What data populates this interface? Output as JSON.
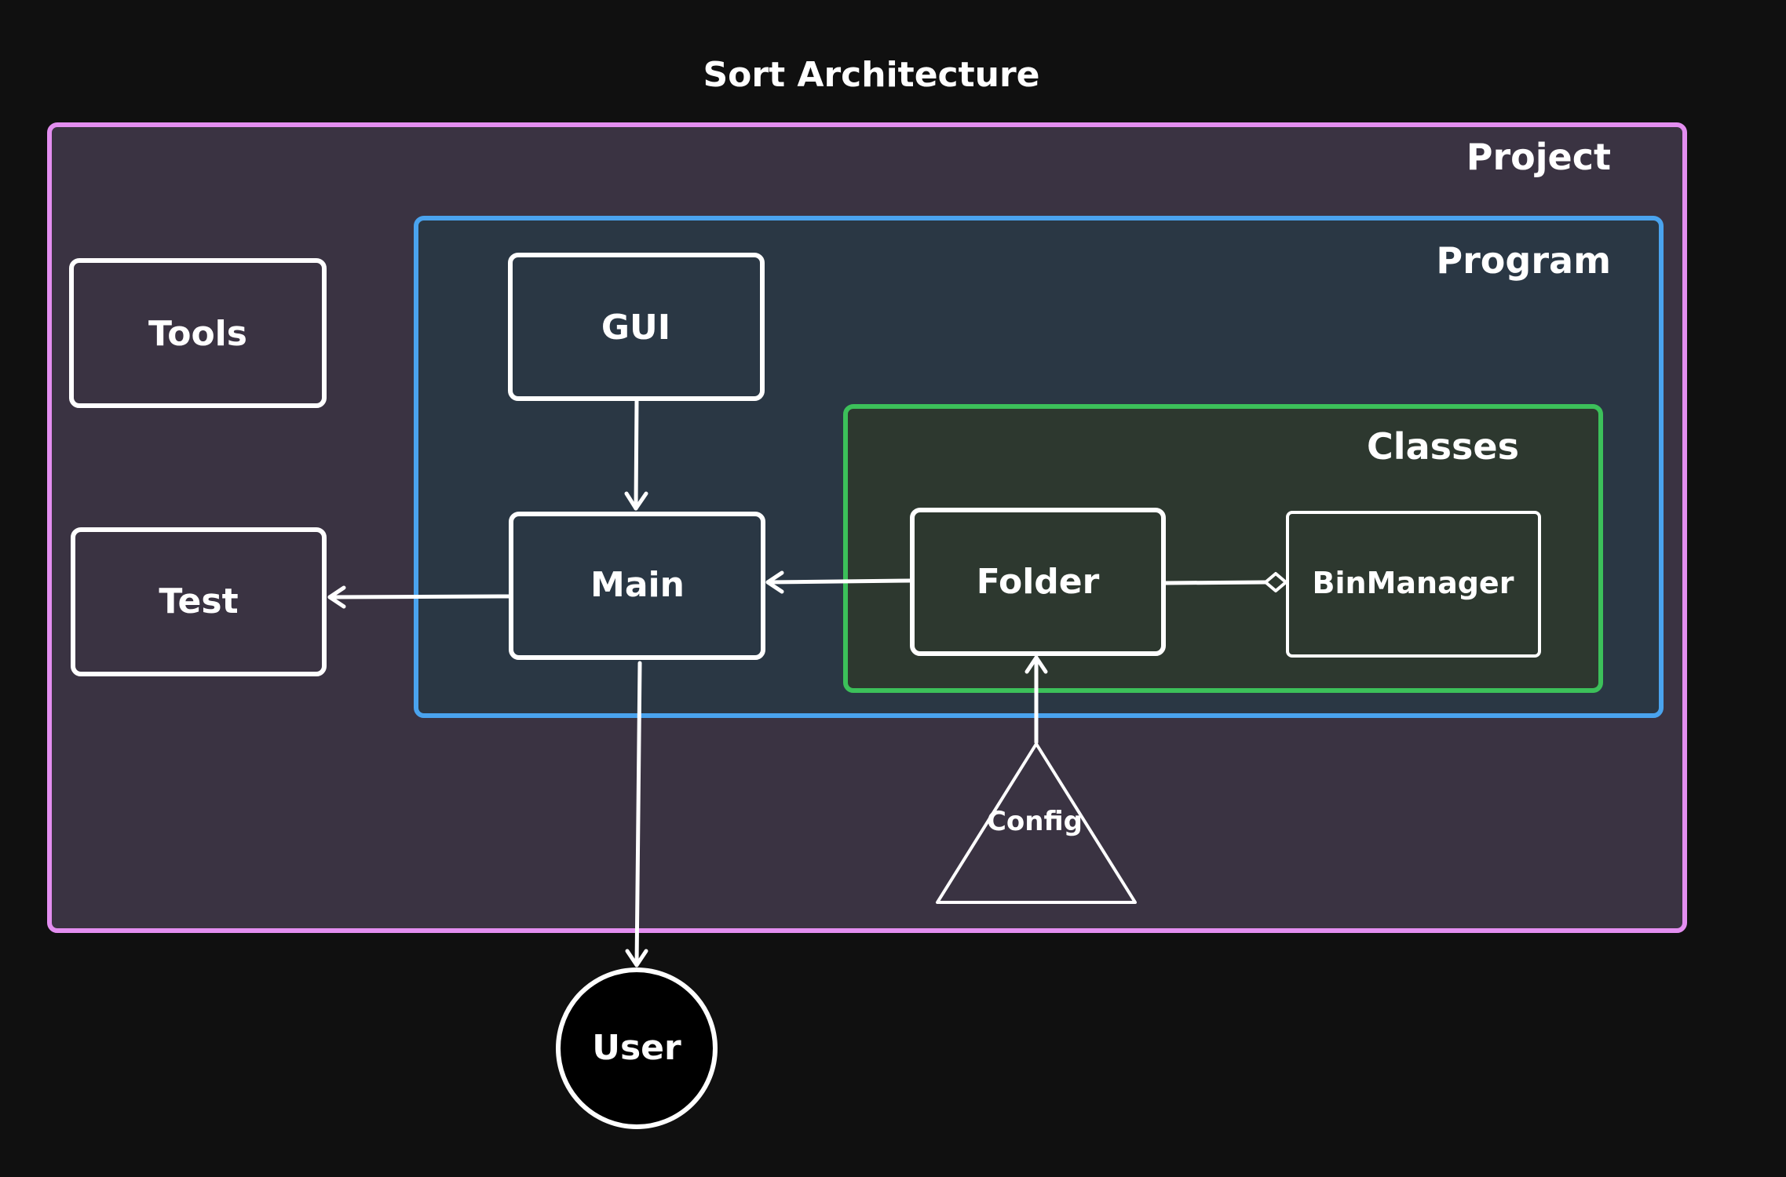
{
  "title": "Sort Architecture",
  "groups": {
    "project": "Project",
    "program": "Program",
    "classes": "Classes"
  },
  "nodes": {
    "tools": "Tools",
    "test": "Test",
    "gui": "GUI",
    "main": "Main",
    "folder": "Folder",
    "bin_manager": "BinManager",
    "config": "Config",
    "user": "User"
  },
  "colors": {
    "background": "#101010",
    "project_border": "#e38ef0",
    "project_fill": "#3a3342",
    "program_border": "#4aa3ee",
    "program_fill": "#2a3744",
    "classes_border": "#3cc05a",
    "classes_fill": "#2d382f",
    "node_border": "#ffffff",
    "user_fill": "#000000",
    "text": "#ffffff"
  },
  "edges": [
    {
      "from": "gui",
      "to": "main",
      "type": "arrow"
    },
    {
      "from": "folder",
      "to": "main",
      "type": "arrow"
    },
    {
      "from": "main",
      "to": "test",
      "type": "arrow"
    },
    {
      "from": "main",
      "to": "user",
      "type": "arrow"
    },
    {
      "from": "config",
      "to": "folder",
      "type": "arrow"
    },
    {
      "from": "folder",
      "to": "bin_manager",
      "type": "aggregation"
    }
  ]
}
